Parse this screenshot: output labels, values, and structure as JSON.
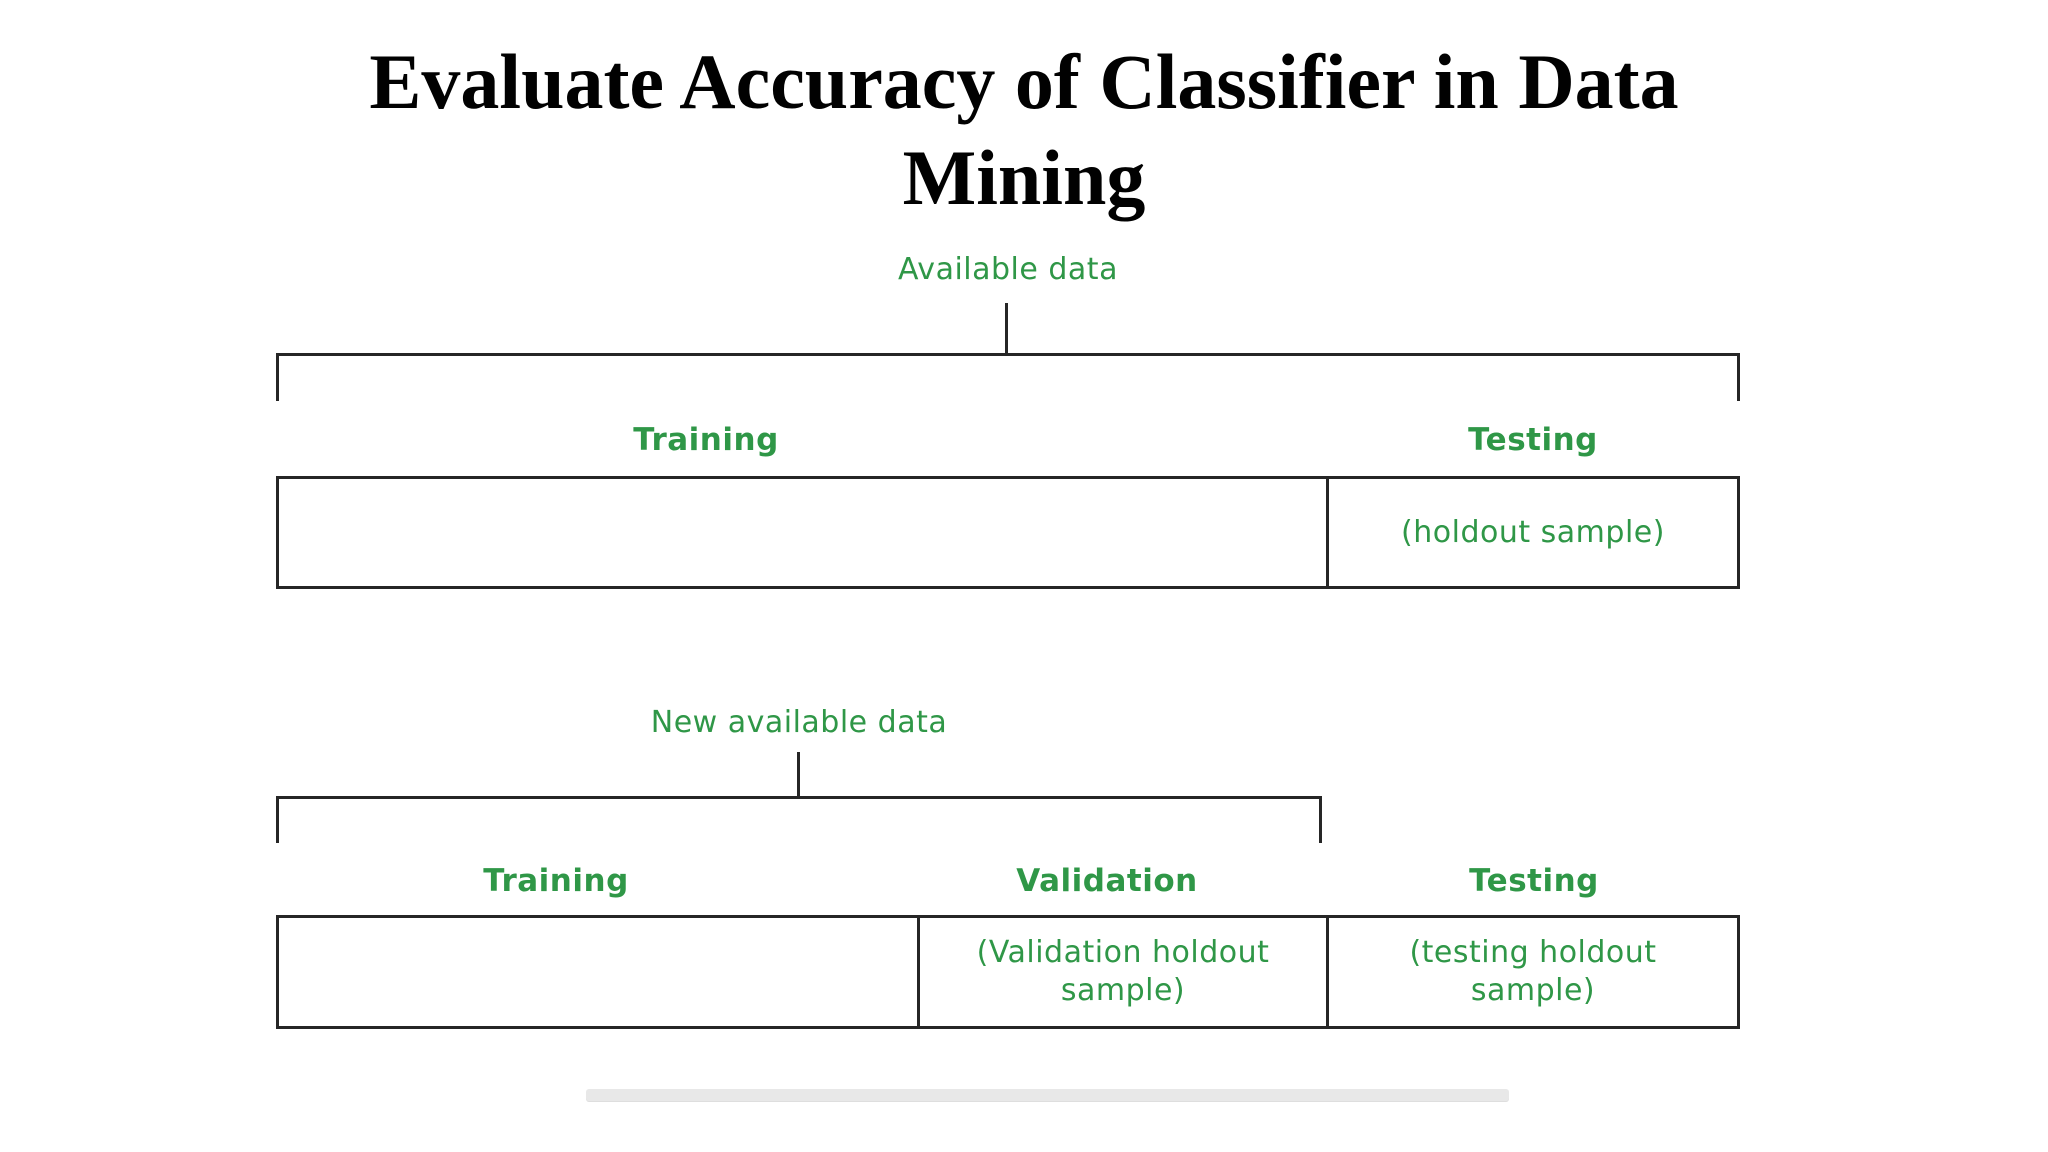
{
  "page": {
    "background": "#ffffff",
    "accent_green": "#2f9747",
    "line_color": "#262626"
  },
  "title": {
    "text": "Evaluate Accuracy of Classifier in Data Mining"
  },
  "diagram1": {
    "source_label": "Available data",
    "sections": [
      {
        "label": "Training",
        "note": ""
      },
      {
        "label": "Testing",
        "note": "(holdout sample)"
      }
    ]
  },
  "diagram2": {
    "source_label": "New available data",
    "sections": [
      {
        "label": "Training",
        "note": ""
      },
      {
        "label": "Validation",
        "note": "(Validation holdout sample)"
      },
      {
        "label": "Testing",
        "note": "(testing holdout sample)"
      }
    ]
  },
  "footer": {
    "progress_bar": "progress-bar"
  }
}
